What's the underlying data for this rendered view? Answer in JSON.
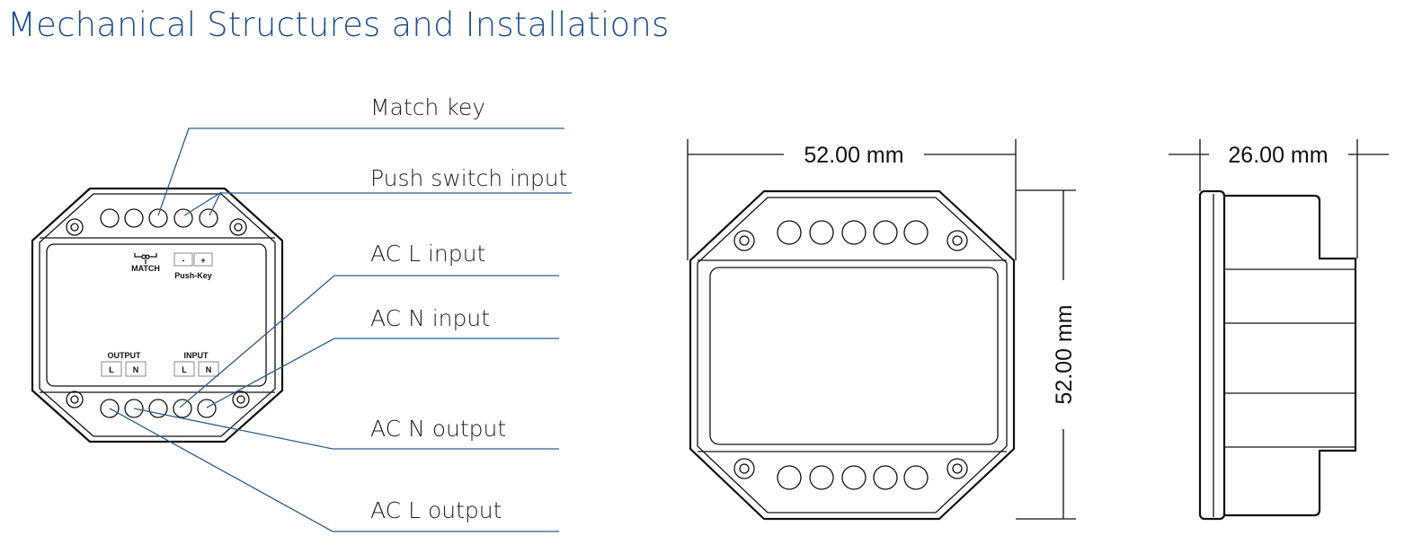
{
  "title": "Mechanical Structures and Installations",
  "callouts": {
    "match_key": "Match key",
    "push_switch_input": "Push switch input",
    "ac_l_input": "AC L input",
    "ac_n_input": "AC N input",
    "ac_n_output": "AC N output",
    "ac_l_output": "AC L output"
  },
  "device_markings": {
    "match": "MATCH",
    "minus": "-",
    "plus": "+",
    "push_key": "Push-Key",
    "output": "OUTPUT",
    "input": "INPUT",
    "l": "L",
    "n": "N"
  },
  "dimensions": {
    "front_width": "52.00 mm",
    "front_height": "52.00 mm",
    "side_depth": "26.00 mm"
  },
  "colors": {
    "title": "#1f4f8e",
    "leader_lines": "#2c5d93"
  }
}
